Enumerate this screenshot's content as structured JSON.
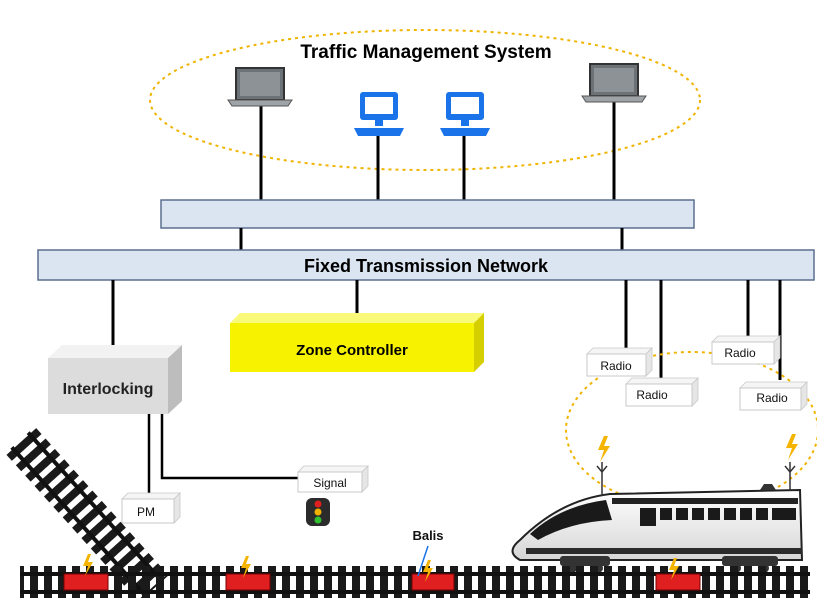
{
  "tms": {
    "title": "Traffic Management System"
  },
  "network": {
    "label": "Fixed Transmission Network"
  },
  "zone_controller": {
    "label": "Zone Controller"
  },
  "interlocking": {
    "label": "Interlocking"
  },
  "pm": {
    "label": "PM"
  },
  "signal": {
    "label": "Signal"
  },
  "radios": [
    "Radio",
    "Radio",
    "Radio",
    "Radio"
  ],
  "balis": {
    "label": "Balis"
  },
  "colors": {
    "network_fill": "#dbe5f1",
    "network_stroke": "#5b6f8f",
    "zone_fill": "#f6f200",
    "tms_ellipse": "#f0b400",
    "workstation_blue": "#1a73e8",
    "balise_red": "#e02020",
    "lightning": "#f5b400"
  }
}
